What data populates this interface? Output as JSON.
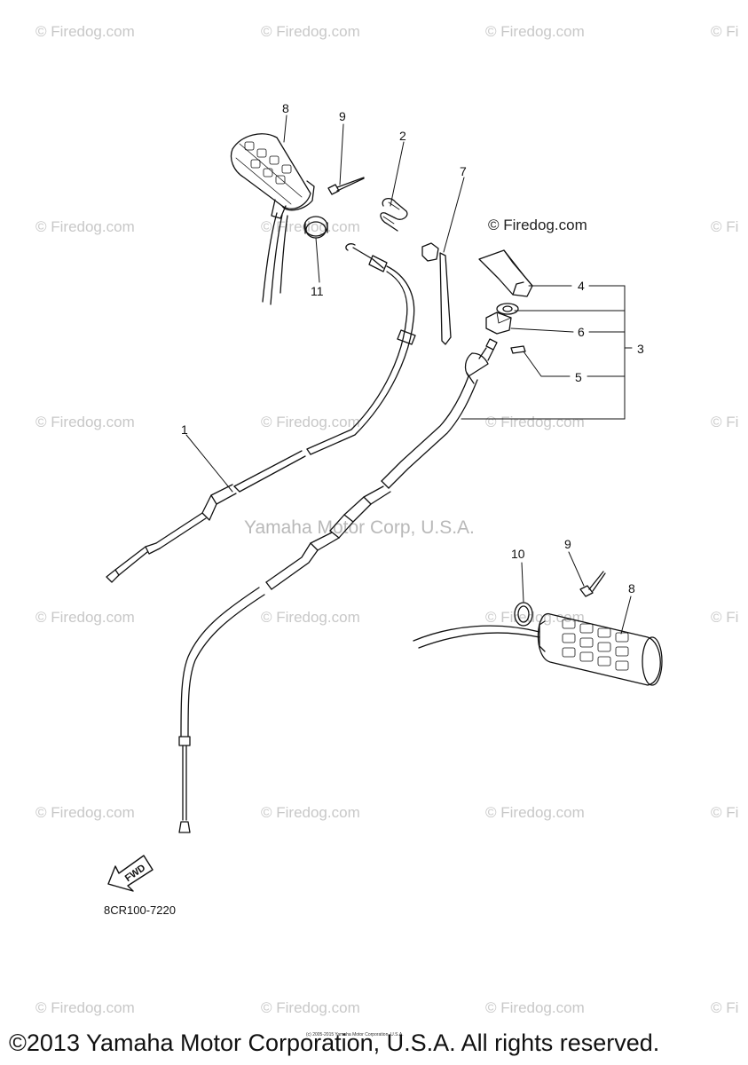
{
  "watermarks": {
    "text": "© Firedog.com",
    "cut_text": "© Fi"
  },
  "center_watermark": "Yamaha Motor Corp, U.S.A.",
  "label_watermark": "© Firedog.com",
  "callouts": {
    "c1": "1",
    "c2": "2",
    "c3": "3",
    "c4": "4",
    "c5": "5",
    "c6": "6",
    "c7": "7",
    "c8a": "8",
    "c8b": "8",
    "c9a": "9",
    "c9b": "9",
    "c10": "10",
    "c11": "11"
  },
  "part_code": "8CR100-7220",
  "fwd_label": "FWD",
  "tiny_text": "(c) 2005-2015 Yamaha Motor Corporation, U.S.A.",
  "footer": "©2013 Yamaha Motor Corporation, U.S.A. All rights reserved."
}
